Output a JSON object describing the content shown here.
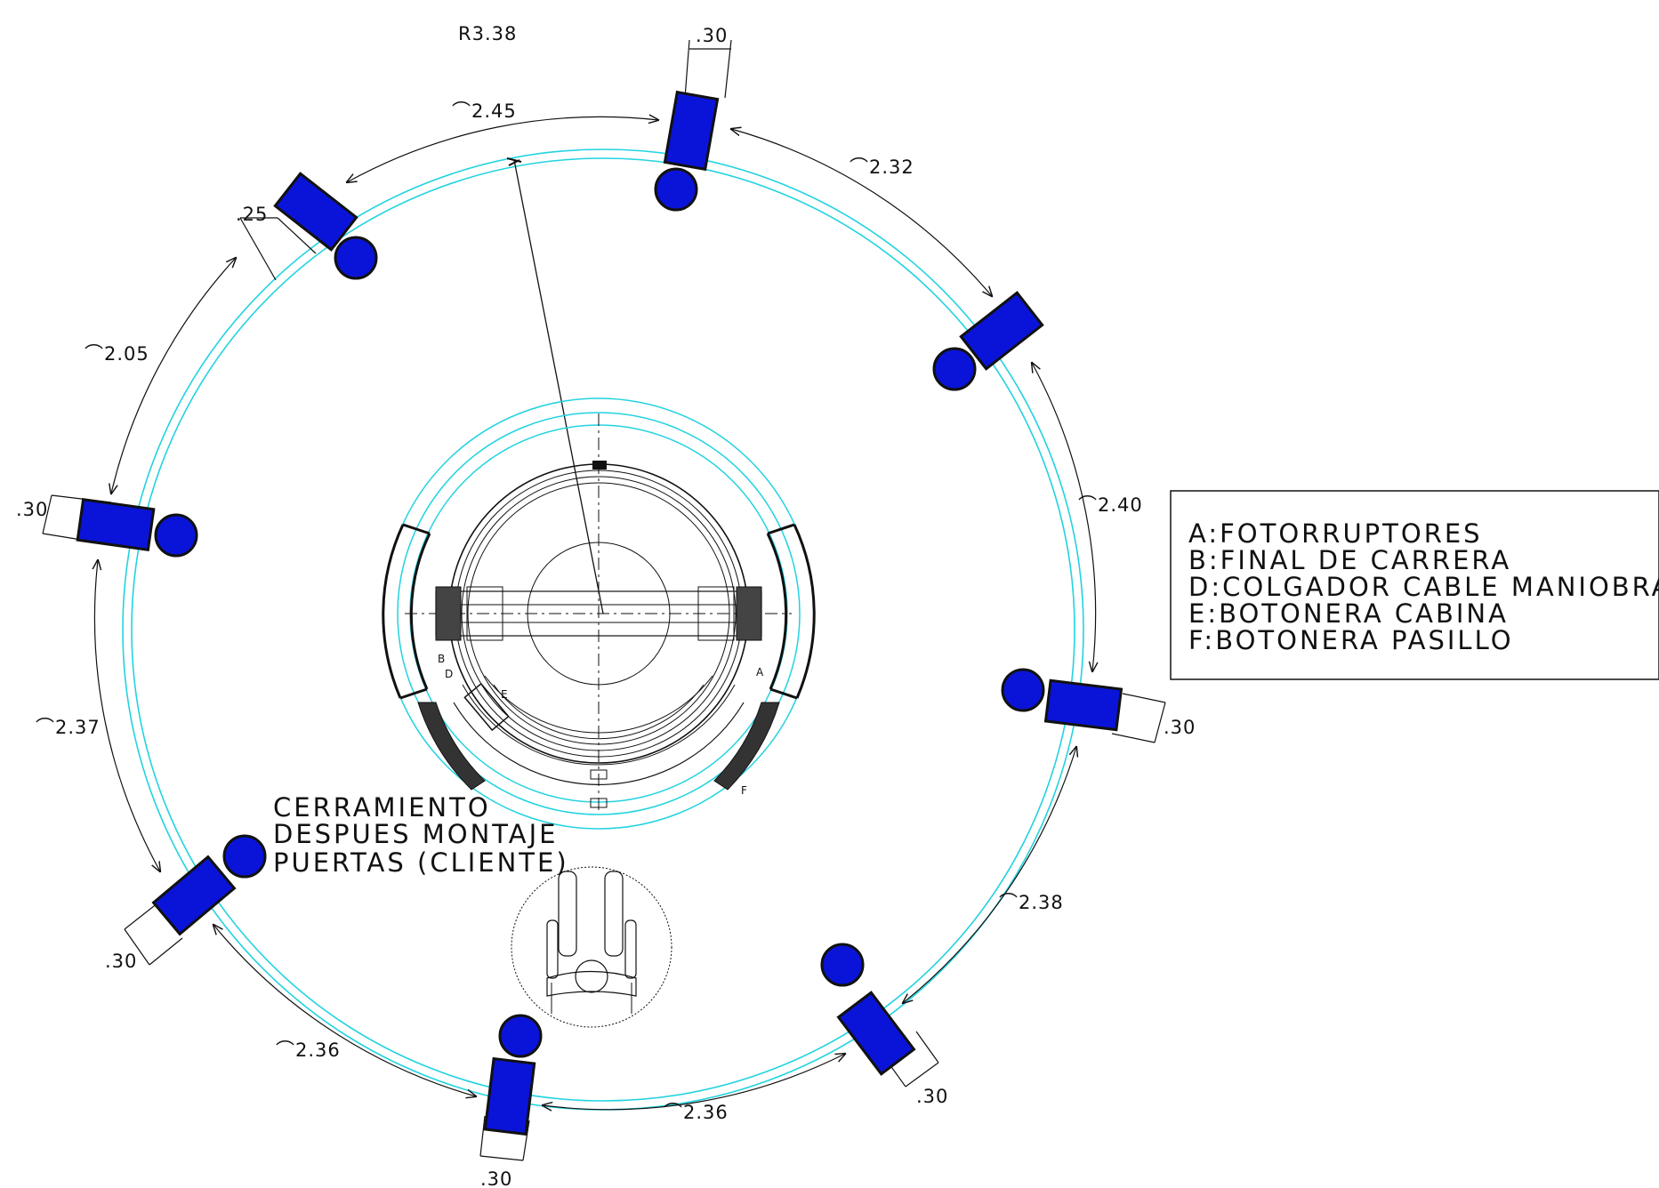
{
  "radius_label": "R3.38",
  "arc_dimensions": [
    "2.45",
    "2.32",
    "2.40",
    "2.38",
    "2.36",
    "2.36",
    "2.37",
    "2.05"
  ],
  "width_dimensions": [
    ".30",
    ".30",
    ".30",
    ".30",
    ".30",
    ".30",
    ".25"
  ],
  "legend": {
    "items": [
      "A:FOTORRUPTORES",
      "B:FINAL DE CARRERA",
      "D:COLGADOR CABLE MANIOBRA",
      "E:BOTONERA CABINA",
      "F:BOTONERA PASILLO"
    ]
  },
  "enclosure_note": [
    "CERRAMIENTO",
    "DESPUES MONTAJE",
    "PUERTAS (CLIENTE)"
  ],
  "component_letters": [
    "A",
    "B",
    "D",
    "E",
    "F"
  ],
  "colors": {
    "seat_blue": "#0a14d8",
    "ring_cyan": "#22d3e0",
    "line_black": "#111111"
  }
}
